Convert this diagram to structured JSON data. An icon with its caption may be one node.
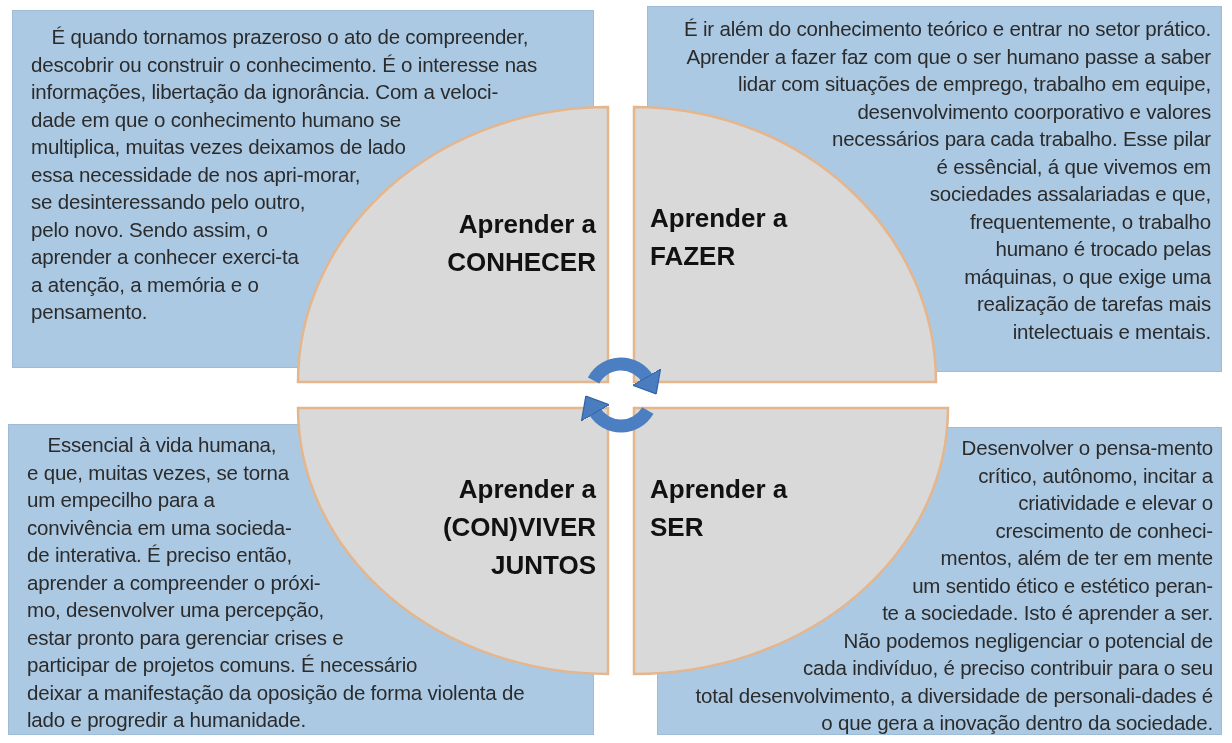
{
  "diagram": {
    "nodes": [
      {
        "text": [
          "É quando tornamos prazeroso o ato de compreender, descobrir ou construir o conhecimento. É o interesse nas informações, libertação da ignorância. Com a veloci-dade em que o conhecimento humano se multiplica, muitas vezes deixamos de lado essa necessidade de nos apri-morar, se desinteressando pelo outro, pelo novo. Sendo assim, o aprender a conhecer exerci-ta a atenção, a memória e o pensamento."
        ]
      },
      {
        "text": [
          "É ir além do conhecimento teórico e entrar no setor prático. Aprender a fazer faz com que o ser humano passe a saber lidar com situações de emprego, trabalho em equipe, desenvolvimento coorporativo e valores necessários para cada trabalho. Esse pilar é essêncial, á que vivemos em sociedades assalariadas e que, frequentemente, o trabalho humano é trocado pelas máquinas, o que exige uma realização de tarefas mais intelectuais e mentais."
        ]
      },
      {
        "text": [
          "Aprender a CONHECER"
        ]
      },
      {
        "text": [
          "Aprender a FAZER"
        ]
      },
      {
        "text": [
          "Aprender a (CON)VIVER JUNTOS"
        ]
      },
      {
        "text": [
          "Aprender a SER"
        ]
      },
      {
        "text": [
          "Essencial à vida humana, e que, muitas vezes, se torna um empecilho para a convivência em uma socieda-de interativa. É preciso então, aprender a compreender o próxi-mo, desenvolver uma percepção, estar pronto para gerenciar crises e participar de projetos comuns. É necessário deixar a manifestação da oposição de forma violenta de lado e progredir a humanidade."
        ]
      },
      {
        "text": [
          "Desenvolver o pensa-mento crítico, autônomo, incitar a criatividade e elevar o crescimento de conheci-mentos, além de ter em mente um sentido ético e estético peran-te a sociedade. Isto é aprender a ser. Não podemos negligenciar o potencial de cada indivíduo, é preciso contribuir para o seu total desenvolvimento, a diversidade de personali-dades é o que gera a inovação dentro da sociedade."
        ]
      }
    ],
    "edges": [
      {
        "from": 2,
        "to": 3,
        "arrow": "to"
      },
      {
        "from": 5,
        "to": 4,
        "arrow": "to"
      }
    ]
  }
}
